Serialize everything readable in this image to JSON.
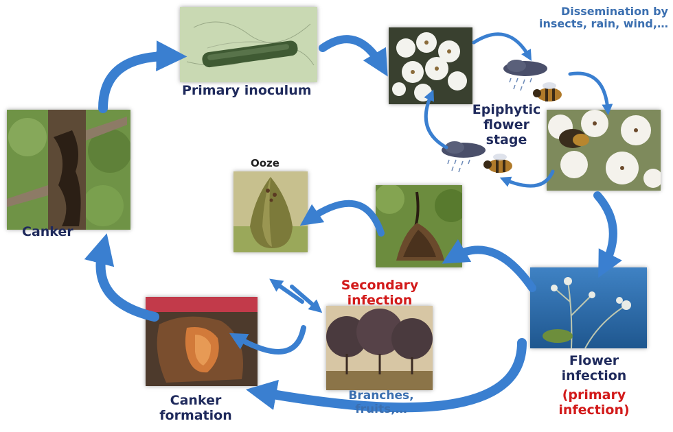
{
  "labels": {
    "primary_inoculum": "Primary inoculum",
    "dissemination_line1": "Dissemination by",
    "dissemination_line2": "insects, rain, wind,…",
    "epiphytic_line1": "Epiphytic",
    "epiphytic_line2": "flower",
    "epiphytic_line3": "stage",
    "canker": "Canker",
    "ooze": "Ooze",
    "secondary_line1": "Secondary",
    "secondary_line2": "infection",
    "canker_formation_line1": "Canker",
    "canker_formation_line2": "formation",
    "branches_line1": "Branches,",
    "branches_line2": "fruits,…",
    "flower_infection_line1": "Flower",
    "flower_infection_line2": "infection",
    "primary_infection_line1": "(primary",
    "primary_infection_line2": "infection)"
  },
  "colors": {
    "navy": "#1f2a5c",
    "blue_label": "#3b6fb0",
    "red_label": "#d21a1a",
    "arrow": "#3a7fd0"
  }
}
